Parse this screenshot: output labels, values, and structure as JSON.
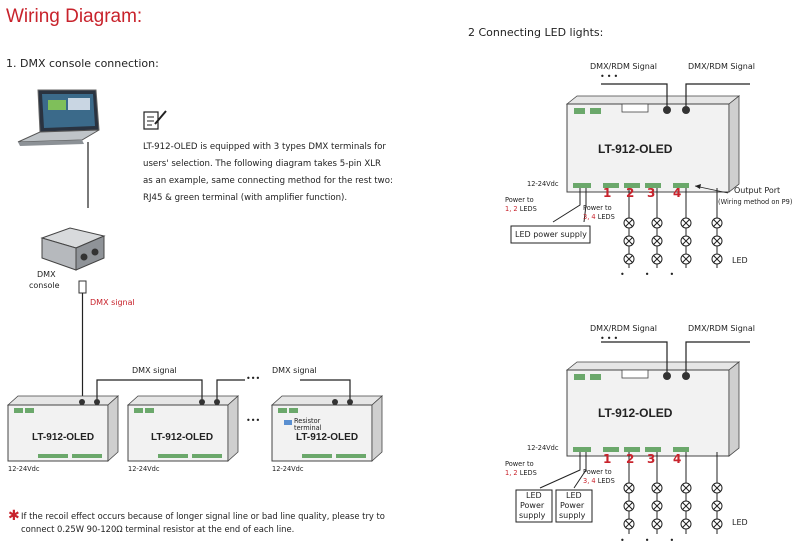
{
  "title": "Wiring Diagram:",
  "section1": {
    "heading": "1. DMX console connection:",
    "description": "LT-912-OLED is equipped with 3 types DMX terminals for users' selection. The following diagram takes 5-pin XLR as an example, same connecting method for the rest two: RJ45 & green terminal (with amplifier function).",
    "console_label_1": "DMX",
    "console_label_2": "console",
    "dmx_signal_red": "DMX signal",
    "dmx_signal_1": "DMX signal",
    "dmx_signal_2": "DMX signal",
    "ellipsis": "•••",
    "device_name": "LT-912-OLED",
    "voltage": "12-24Vdc",
    "resistor_1": "Resistor",
    "resistor_2": "terminal",
    "note": "If the recoil effect occurs because of longer signal line or bad line quality, please try to connect 0.25W 90-120Ω terminal resistor at the end of each line."
  },
  "section2": {
    "heading": "2 Connecting LED lights:",
    "signal_label": "DMX/RDM Signal",
    "device_name": "LT-912-OLED",
    "voltage": "12-24Vdc",
    "output_port": "Output Port",
    "wiring_method": "(Wiring method on P9)",
    "power_to": "Power to",
    "leds_12": "1, 2",
    "leds_34": "3, 4",
    "leds_suffix": "LEDS",
    "led_supply": "LED power supply",
    "led_box_1": "LED",
    "led_box_2": "Power",
    "led_box_3": "supply",
    "led_label": "LED",
    "channels": [
      "1",
      "2",
      "3",
      "4"
    ],
    "dots": "•••"
  },
  "colors": {
    "accent": "#c8232c",
    "line": "#222222",
    "device": "#eeeeee"
  }
}
